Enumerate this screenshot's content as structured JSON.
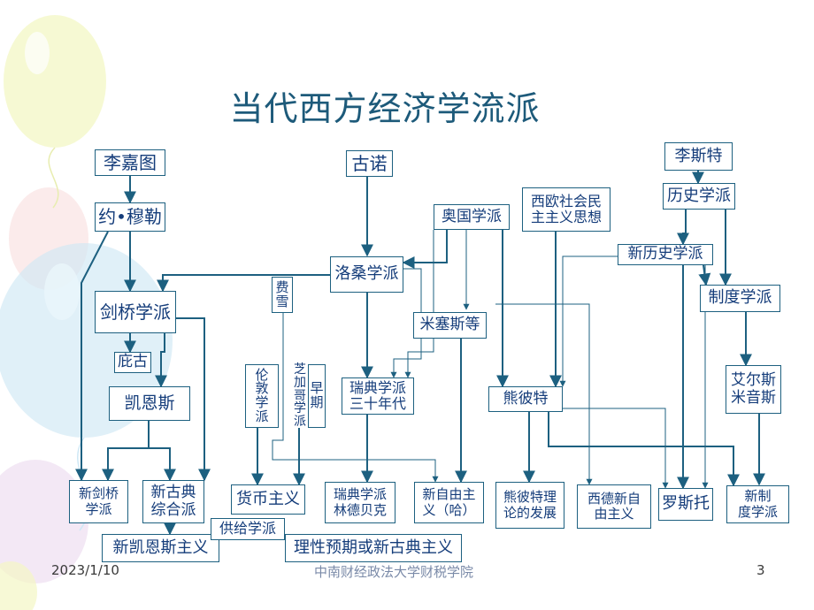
{
  "title": "当代西方经济学流派",
  "nodes": {
    "ricardo": "李嘉图",
    "cournot": "古诺",
    "list": "李斯特",
    "mill": "约•穆勒",
    "historical": "历史学派",
    "austrian": "奥国学派",
    "wsd": "西欧社会民\n主主义思想",
    "new_historical": "新历史学派",
    "lausanne": "洛桑学派",
    "fisher": "费\n雪",
    "cambridge": "剑桥学派",
    "institutional": "制度学派",
    "mises": "米塞斯等",
    "pigou": "庇古",
    "london": "伦\n敦\n学\n派",
    "chicago": "芝\n加\n哥\n学\n派",
    "early": "早\n期",
    "swedish": "瑞典学派\n三十年代",
    "keynes": "凯恩斯",
    "schumpeter": "熊彼特",
    "ayres": "艾尔斯\n米音斯",
    "new_cambridge": "新剑桥\n学派",
    "neoclassical_synthesis": "新古典\n综合派",
    "monetarism": "货币主义",
    "swedish_lindbeck": "瑞典学派\n林德贝克",
    "new_liberal": "新自由主\n义（哈）",
    "schumpeter_dev": "熊彼特理\n论的发展",
    "wg_neoliberal": "西德新自\n由主义",
    "rostow": "罗斯托",
    "new_institutional": "新制\n度学派",
    "new_keynesian": "新凯恩斯主义",
    "supply_side": "供给学派",
    "rational_expect": "理性预期或新古典主义"
  },
  "footer": {
    "date": "2023/1/10",
    "school": "中南财经政法大学财税学院",
    "page": "3"
  },
  "colors": {
    "title": "#1d5a7a",
    "box_border": "#1d6080",
    "box_text": "#143c7a",
    "arrow": "#1d6080",
    "footer_left": "#3a3a3a",
    "footer_mid": "#7a8aa8"
  },
  "links": [
    [
      "ricardo",
      "mill"
    ],
    [
      "mill",
      "cambridge"
    ],
    [
      "mill",
      "new_cambridge"
    ],
    [
      "cournot",
      "lausanne"
    ],
    [
      "lausanne",
      "cambridge"
    ],
    [
      "lausanne",
      "swedish"
    ],
    [
      "austrian",
      "lausanne"
    ],
    [
      "austrian",
      "mises"
    ],
    [
      "austrian",
      "swedish"
    ],
    [
      "wsd",
      "schumpeter"
    ],
    [
      "wsd",
      "wg_neoliberal"
    ],
    [
      "list",
      "historical"
    ],
    [
      "historical",
      "new_historical"
    ],
    [
      "historical",
      "institutional"
    ],
    [
      "new_historical",
      "rostow"
    ],
    [
      "new_historical",
      "schumpeter"
    ],
    [
      "institutional",
      "ayres"
    ],
    [
      "ayres",
      "new_institutional"
    ],
    [
      "cambridge",
      "pigou"
    ],
    [
      "cambridge",
      "keynes"
    ],
    [
      "cambridge",
      "neoclassical_synthesis"
    ],
    [
      "keynes",
      "new_cambridge"
    ],
    [
      "keynes",
      "neoclassical_synthesis"
    ],
    [
      "neoclassical_synthesis",
      "new_keynesian"
    ],
    [
      "london",
      "monetarism"
    ],
    [
      "chicago",
      "monetarism"
    ],
    [
      "fisher",
      "new_liberal"
    ],
    [
      "swedish",
      "swedish_lindbeck"
    ],
    [
      "mises",
      "new_liberal"
    ],
    [
      "schumpeter",
      "schumpeter_dev"
    ],
    [
      "schumpeter",
      "new_institutional"
    ],
    [
      "schumpeter",
      "rostow"
    ]
  ]
}
